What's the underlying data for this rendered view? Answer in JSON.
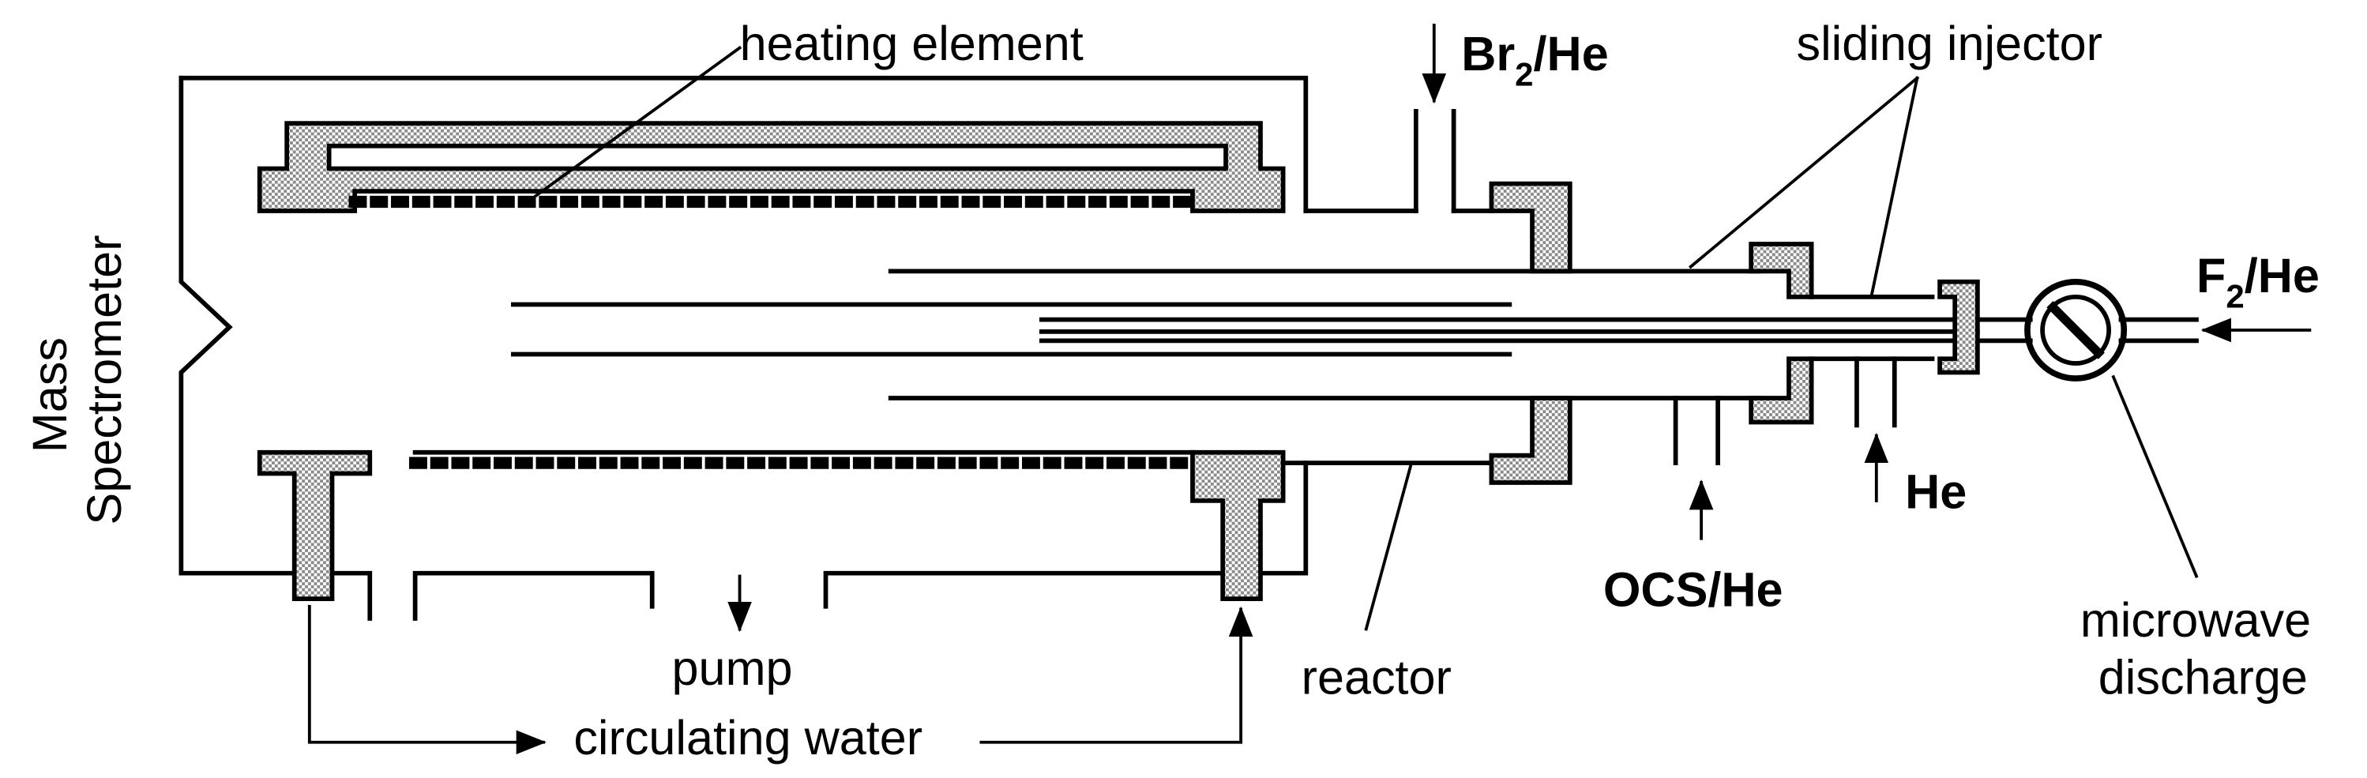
{
  "labels": {
    "heating_element": "heating element",
    "br2_he_main": "Br",
    "br2_he_sub": "2",
    "br2_he_rest": "/He",
    "sliding_injector": "sliding injector",
    "f2_he_main": "F",
    "f2_he_sub": "2",
    "f2_he_rest": "/He",
    "mass": "Mass",
    "spectrometer": "Spectrometer",
    "he": "He",
    "ocs_he": "OCS/He",
    "microwave": "microwave",
    "discharge": "discharge",
    "pump": "pump",
    "circulating_water": "circulating water",
    "reactor": "reactor"
  },
  "colors": {
    "line": "#000000",
    "seal_fill": "#b8b8b8",
    "background": "#ffffff"
  }
}
